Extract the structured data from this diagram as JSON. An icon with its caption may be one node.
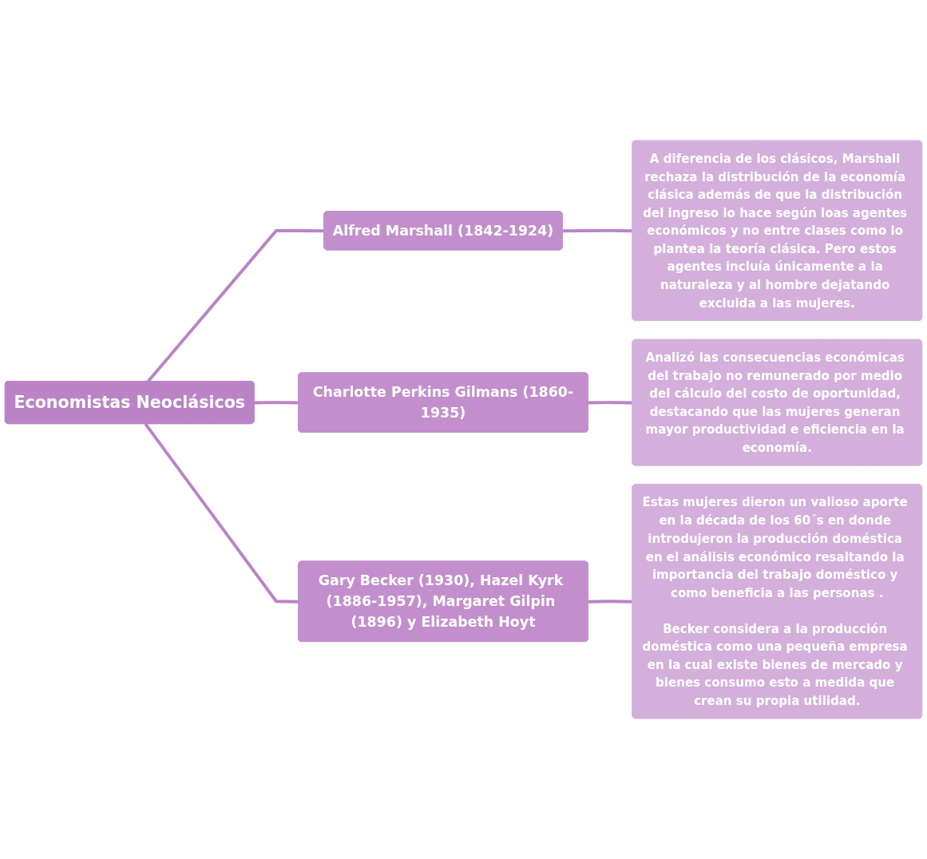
{
  "diagram": {
    "nodes": [
      {
        "text": [
          "Economistas Neoclásicos"
        ]
      },
      {
        "text": [
          "Alfred Marshall (1842-1924)"
        ]
      },
      {
        "text": [
          "A diferencia de los clásicos, Marshall rechaza la distribución de la economía clásica además de que la distribución del ingreso lo hace según loas agentes económicos y no entre clases como lo plantea la teoría clásica. Pero estos agentes incluía únicamente a la naturaleza y al hombre dejatando excluida a las mujeres."
        ]
      },
      {
        "text": [
          "Charlotte Perkins Gilmans (1860-1935)"
        ]
      },
      {
        "text": [
          "Analizó las consecuencias económicas del trabajo no remunerado por medio del cálculo del costo de oportunidad, destacando que las mujeres generan mayor productividad e eficiencia en la economía."
        ]
      },
      {
        "text": [
          "Gary Becker (1930), Hazel Kyrk (1886-1957), Margaret Gilpin (1896) y Elizabeth Hoyt"
        ]
      },
      {
        "text": [
          "Estas mujeres dieron un valioso aporte en la década de los 60´s en donde introdujeron la producción doméstica en el análisis económico resaltando la importancia del trabajo doméstico y como beneficia a las personas .",
          "Becker considera a la producción doméstica como una pequeña empresa en la cual existe bienes de mercado y bienes consumo esto a medida que crean su propia utilidad."
        ]
      }
    ],
    "edges": [
      {
        "from": 0,
        "to": 1,
        "arrow": "none"
      },
      {
        "from": 0,
        "to": 3,
        "arrow": "none"
      },
      {
        "from": 0,
        "to": 5,
        "arrow": "none"
      },
      {
        "from": 1,
        "to": 2,
        "arrow": "none"
      },
      {
        "from": 3,
        "to": 4,
        "arrow": "none"
      },
      {
        "from": 5,
        "to": 6,
        "arrow": "none"
      }
    ]
  }
}
